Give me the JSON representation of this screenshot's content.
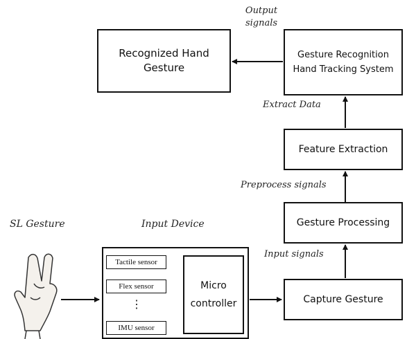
{
  "boxes": {
    "recognized": "Recognized Hand Gesture",
    "tracking": "Gesture Recognition Hand Tracking System",
    "feature": "Feature Extraction",
    "processing": "Gesture Processing",
    "capture": "Capture Gesture",
    "micro": "Micro controller"
  },
  "sensors": {
    "tactile": "Tactile sensor",
    "flex": "Flex sensor",
    "ellipsis": "⋮",
    "imu": "IMU sensor"
  },
  "labels": {
    "output_signals": "Output signals",
    "extract_data": "Extract Data",
    "preprocess_signals": "Preprocess signals",
    "input_signals": "Input signals",
    "sl_gesture": "SL Gesture",
    "input_device": "Input Device"
  }
}
